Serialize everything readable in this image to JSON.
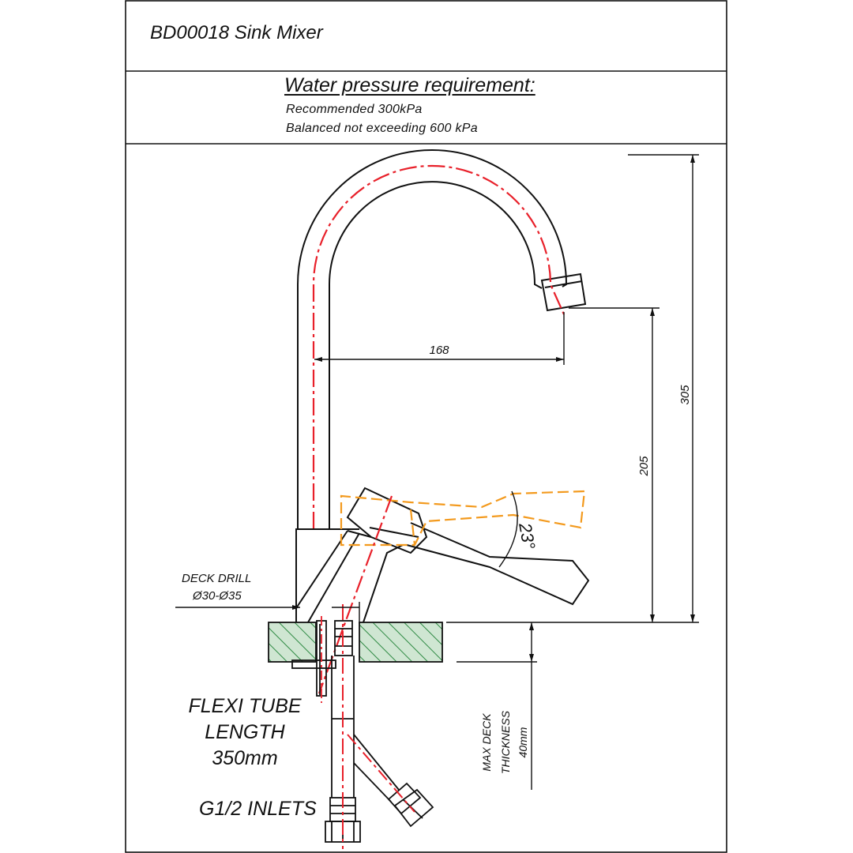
{
  "title": "BD00018 Sink Mixer",
  "water_pressure": {
    "heading": "Water pressure requirement:",
    "lines": [
      "Recommended 300kPa",
      "Balanced not exceeding 600 kPa"
    ]
  },
  "dimensions": {
    "reach": "168",
    "total_height": "305",
    "spout_height": "205",
    "handle_angle": "23°"
  },
  "labels": {
    "deck_drill": "DECK DRILL",
    "deck_drill_size": "Ø30-Ø35",
    "flexi_tube_1": "FLEXI TUBE",
    "flexi_tube_2": "LENGTH",
    "flexi_tube_3": "350mm",
    "inlets": "G1/2 INLETS",
    "max_deck_1": "MAX DECK",
    "max_deck_2": "THICKNESS",
    "max_deck_3": "40mm"
  },
  "colors": {
    "line": "#111111",
    "centerline": "#e8202a",
    "alt_handle": "#f39a1e",
    "hatch": "#2f8a44",
    "hatch_fill": "#cfe6d2"
  }
}
